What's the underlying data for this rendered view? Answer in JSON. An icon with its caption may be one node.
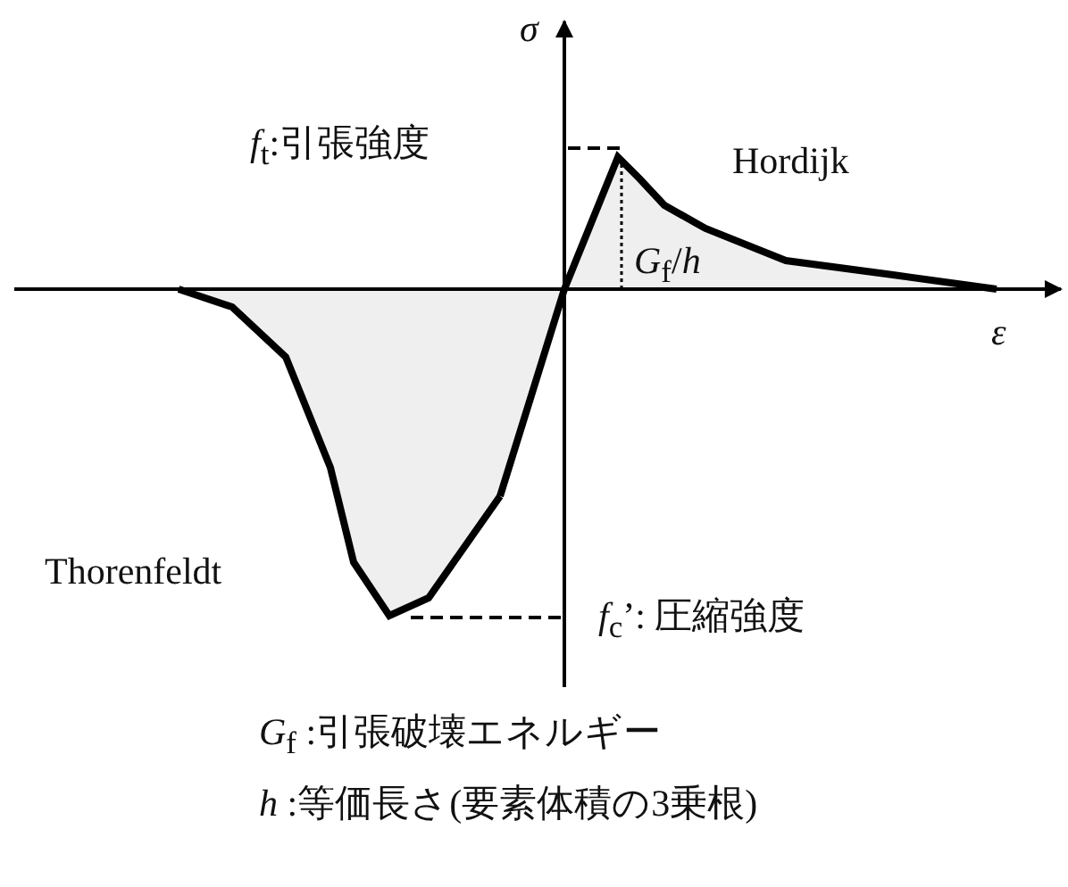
{
  "diagram": {
    "labels": [
      "σ",
      "*f*$_{t}$:引張強度",
      "Hordijk",
      "*G*$_{f}$/*h*",
      "ε",
      "Thorenfeldt",
      "*f*$_{c}$’: 圧縮強度",
      "*G*$_{f}$ :引張破壊エネルギー",
      "*h* :等価長さ(要素体積の3乗根)"
    ]
  }
}
